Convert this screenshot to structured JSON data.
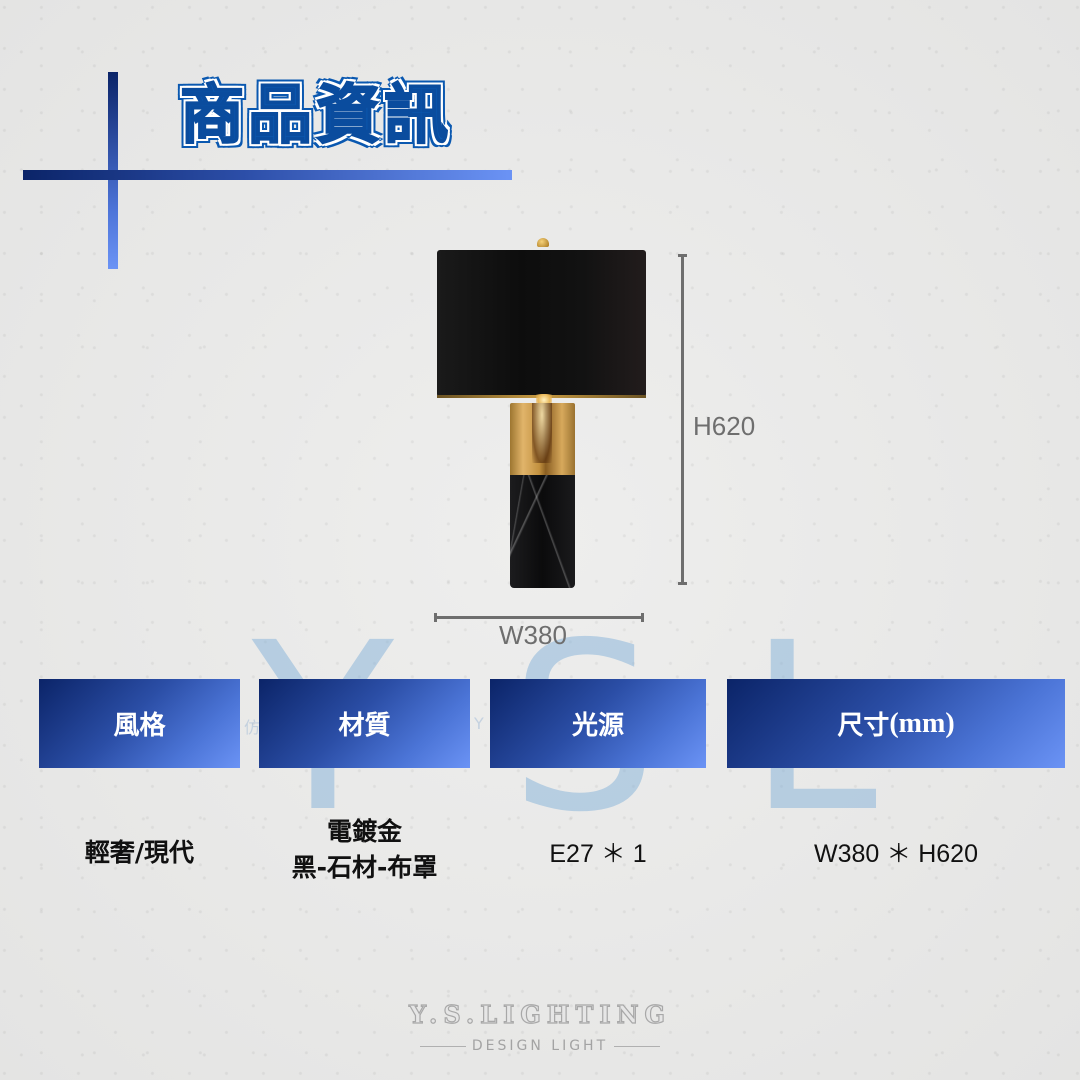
{
  "header": {
    "title": "商品資訊"
  },
  "product_image": {
    "description": "Table lamp with black drum shade, brushed gold stem and black marble base",
    "dimension_width_label": "W380",
    "dimension_height_label": "H620"
  },
  "watermark": {
    "letters": [
      "Y",
      "S",
      "L"
    ],
    "hidden_left": "仿",
    "hidden_right": "Y"
  },
  "specs": {
    "headers": [
      {
        "label": "風格"
      },
      {
        "label": "材質"
      },
      {
        "label": "光源"
      },
      {
        "label_cjk": "尺寸",
        "label_unit": "(mm)"
      }
    ],
    "values": [
      {
        "line1": "輕奢/現代"
      },
      {
        "line1": "電鍍金",
        "line2": "黑-石材-布罩"
      },
      {
        "line1": "E27 ＊ 1"
      },
      {
        "line1": "W380 ＊ H620"
      }
    ]
  },
  "footer": {
    "brand": "Y.S.LIGHTING",
    "tagline": "DESIGN LIGHT"
  },
  "colors": {
    "title_blue": "#0a58b0",
    "gradient_dark": "#0b2468",
    "gradient_light": "#6b93f5",
    "background": "#e9e9e8",
    "dimension_gray": "#6e6e6e"
  }
}
